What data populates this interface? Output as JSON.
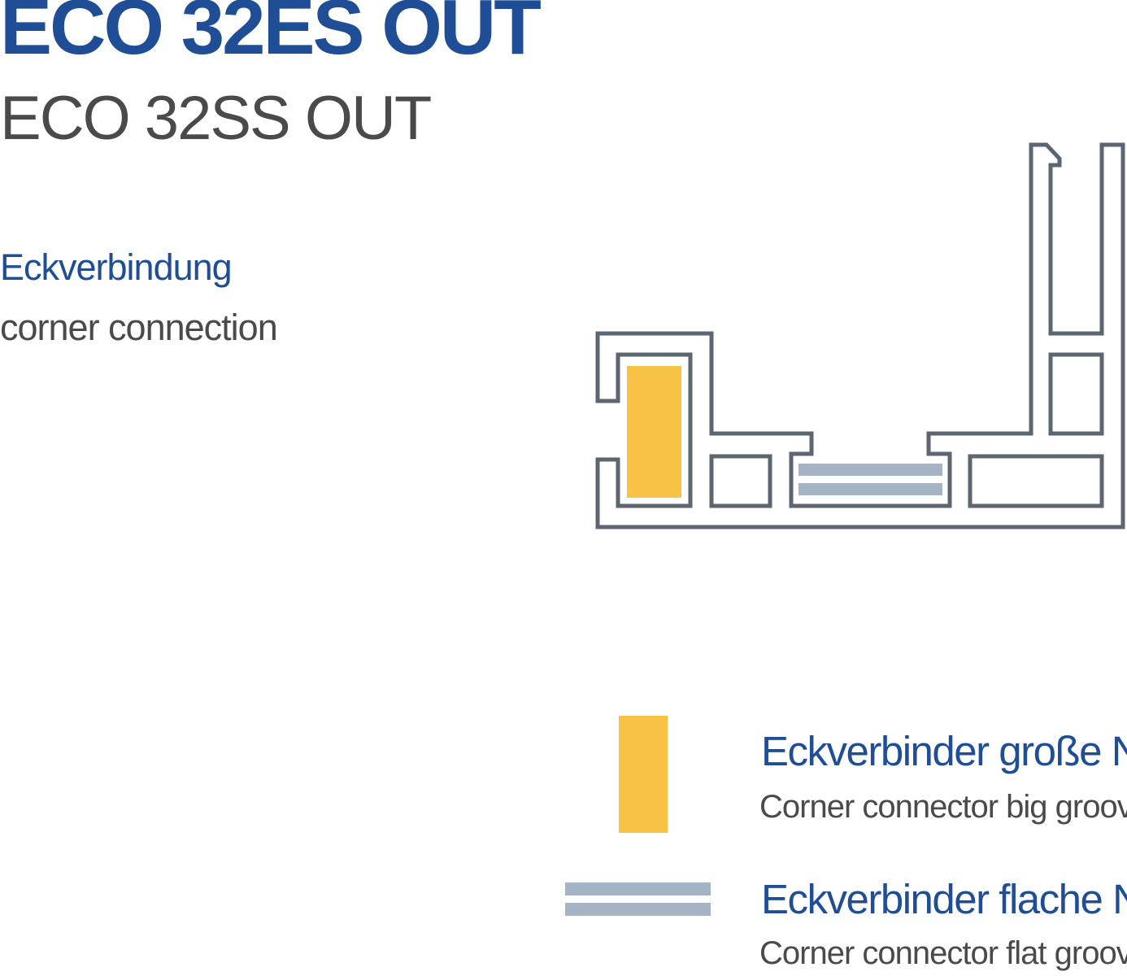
{
  "header": {
    "title": "ECO 32ES OUT",
    "subtitle": "ECO 32SS OUT"
  },
  "section": {
    "label_de": "Eckverbindung",
    "label_en": "corner connection"
  },
  "legend": {
    "big_groove": {
      "label_de": "Eckverbinder große Nut",
      "label_en": "Corner connector big groove"
    },
    "flat_groove": {
      "label_de": "Eckverbinder flache Nut",
      "label_en": "Corner connector flat groove"
    }
  },
  "colors": {
    "title_blue": "#1f4e96",
    "text_gray": "#4a4a4a",
    "profile_outline": "#5c6670",
    "connector_big": "#f8c244",
    "connector_flat": "#a4b4c4",
    "background": "#ffffff"
  }
}
